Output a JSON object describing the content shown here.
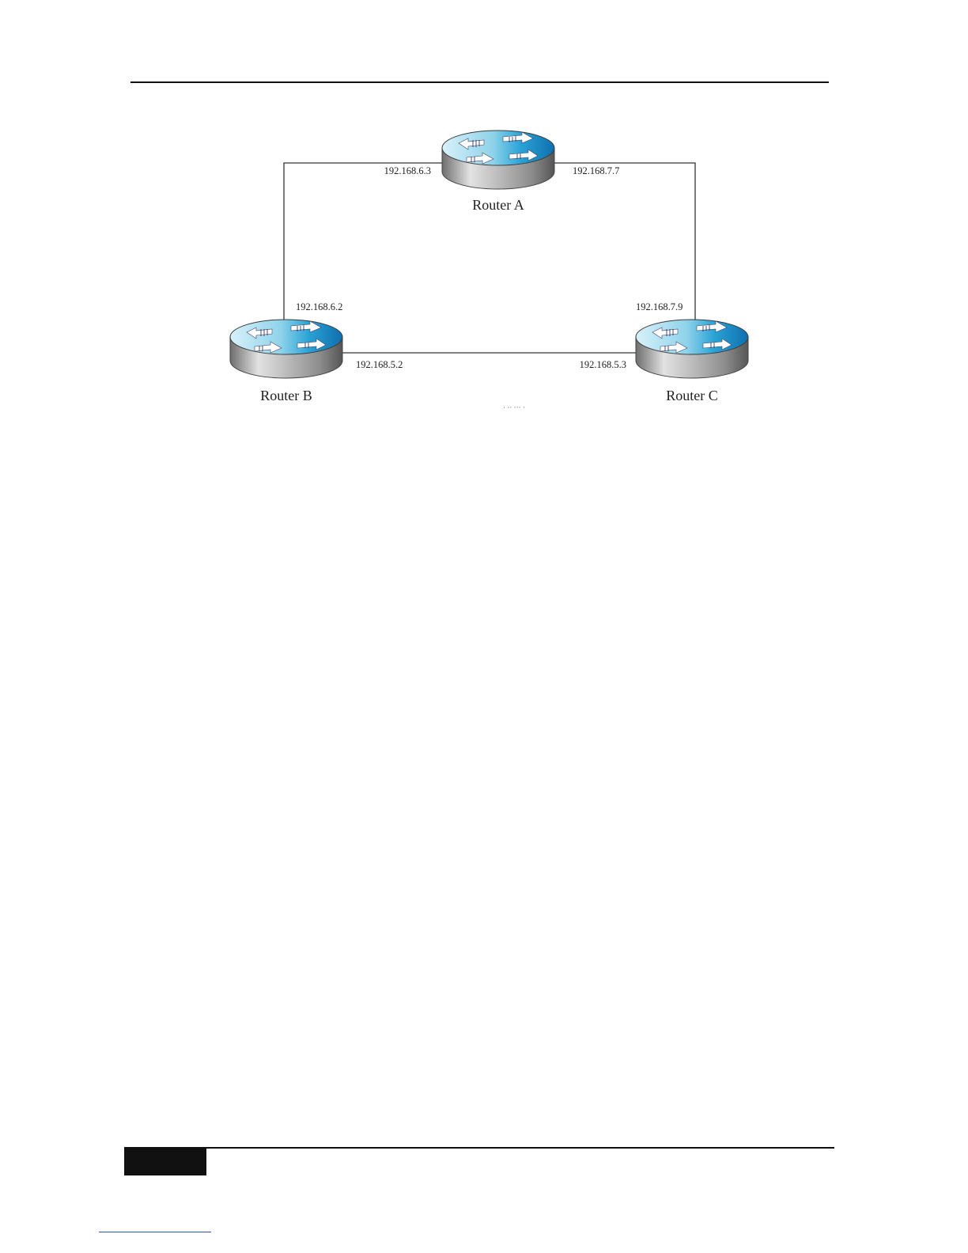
{
  "diagram": {
    "routers": [
      {
        "id": "A",
        "name": "Router A"
      },
      {
        "id": "B",
        "name": "Router B"
      },
      {
        "id": "C",
        "name": "Router C"
      }
    ],
    "links": [
      {
        "from": "A",
        "to": "B",
        "a_ip": "192.168.6.3",
        "b_ip": "192.168.6.2"
      },
      {
        "from": "A",
        "to": "C",
        "a_ip": "192.168.7.7",
        "c_ip": "192.168.7.9"
      },
      {
        "from": "B",
        "to": "C",
        "b_ip": "192.168.5.2",
        "c_ip": "192.168.5.3"
      }
    ],
    "caption": "·  ·· ··· ·"
  },
  "colors": {
    "router_top_light": "#bfe9f5",
    "router_top_dark": "#1a87c4",
    "router_body": "#9a9a9a",
    "line": "#333333"
  }
}
